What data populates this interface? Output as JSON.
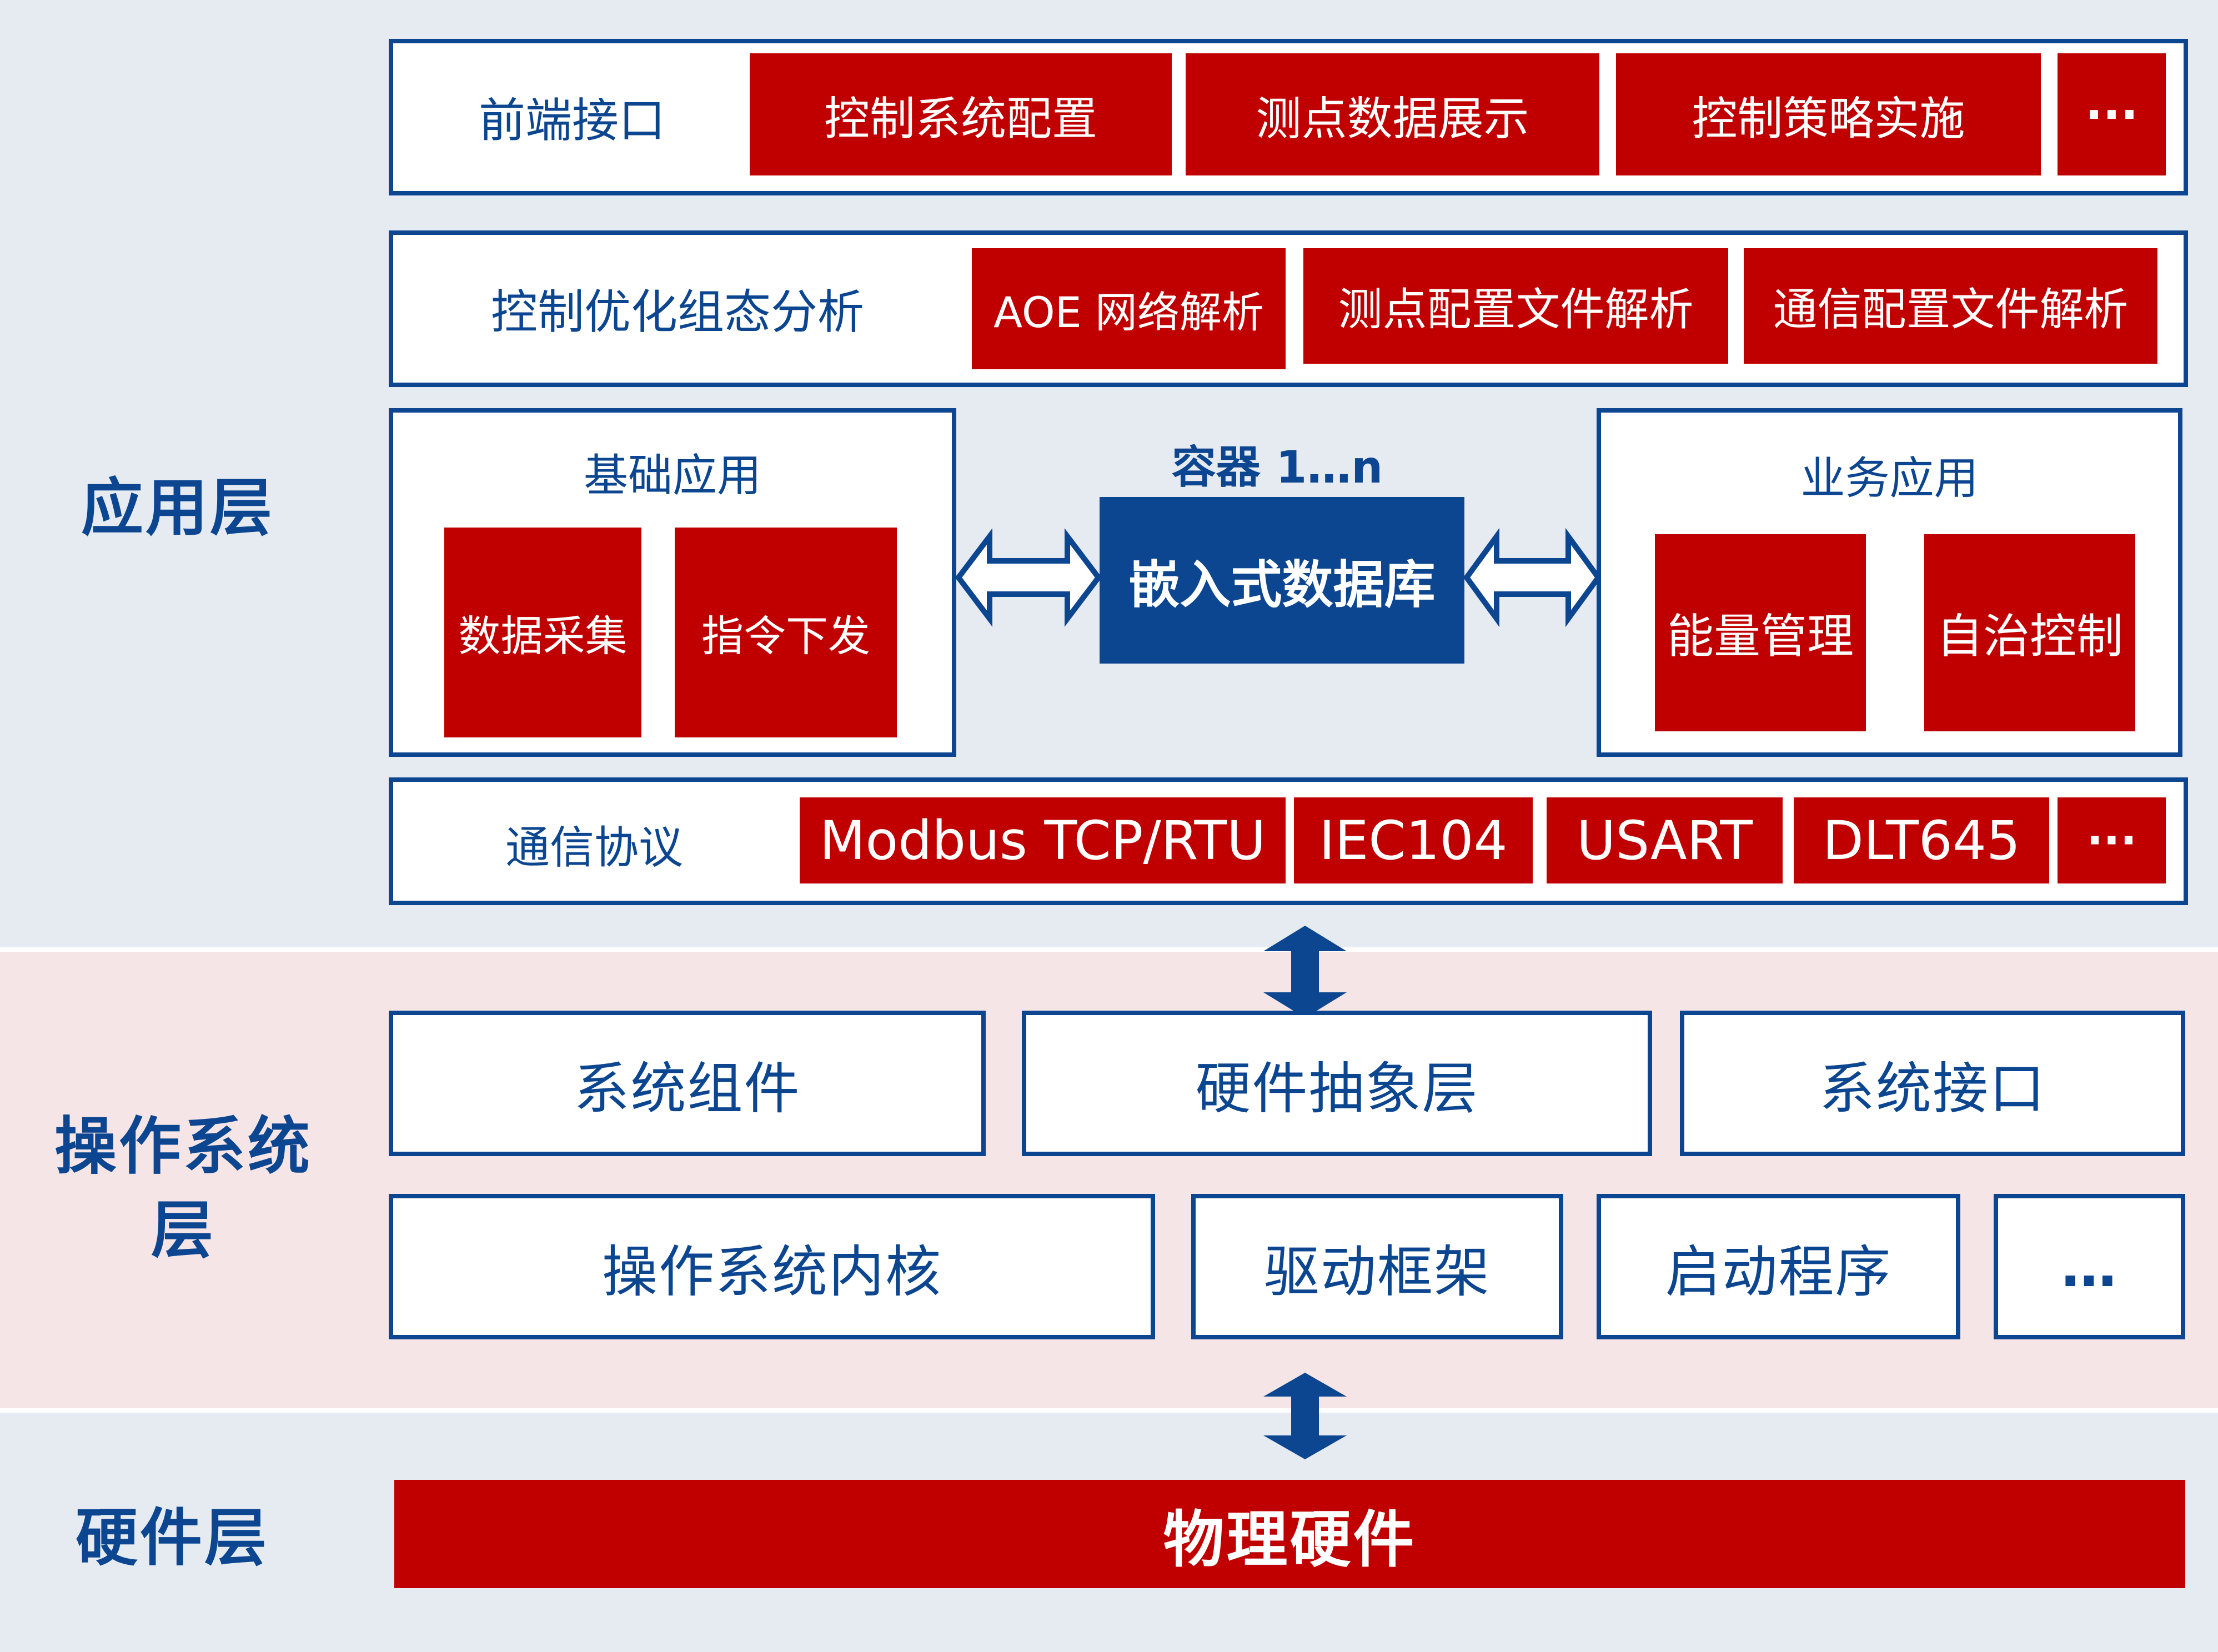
{
  "colors": {
    "navy": "#0d4690",
    "red": "#c00000",
    "app_band": "#e6ebf2",
    "os_band": "#f6e5e7",
    "white": "#ffffff"
  },
  "layers": {
    "application": "应用层",
    "operating_system": "操作系统层",
    "hardware": "硬件层"
  },
  "frontend": {
    "label": "前端接口",
    "items": [
      "控制系统配置",
      "测点数据展示",
      "控制策略实施",
      "···"
    ]
  },
  "analysis": {
    "label": "控制优化组态分析",
    "items": [
      "AOE 网络解析",
      "测点配置文件解析",
      "通信配置文件解析"
    ]
  },
  "base_app": {
    "label": "基础应用",
    "items": [
      "数据采集",
      "指令下发"
    ]
  },
  "container": {
    "label": "容器 1…n",
    "db_label": "嵌入式数据库"
  },
  "business_app": {
    "label": "业务应用",
    "items": [
      "能量管理",
      "自治控制"
    ]
  },
  "protocol": {
    "label": "通信协议",
    "items": [
      "Modbus TCP/RTU",
      "IEC104",
      "USART",
      "DLT645",
      "···"
    ]
  },
  "os_row1": [
    "系统组件",
    "硬件抽象层",
    "系统接口"
  ],
  "os_row2": [
    "操作系统内核",
    "驱动框架",
    "启动程序",
    "…"
  ],
  "hardware_item": "物理硬件",
  "icons": [
    "double-arrow-icon",
    "vertical-double-arrow-icon"
  ]
}
